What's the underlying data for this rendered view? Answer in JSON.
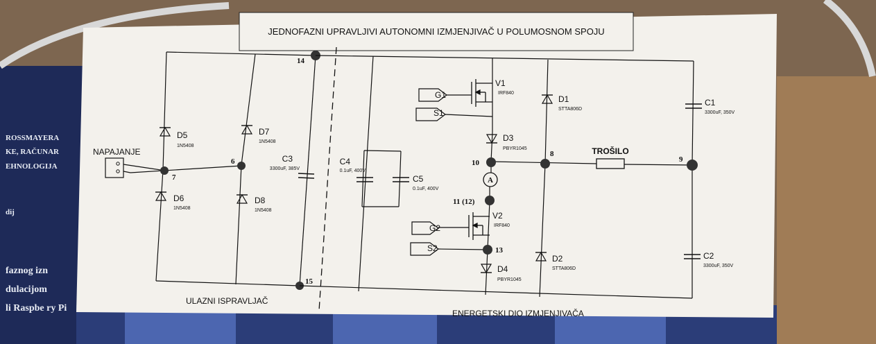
{
  "title": "JEDNOFAZNI UPRAVLJIVI AUTONOMNI IZMJENJIVAČ U POLUMOSNOM SPOJU",
  "sections": {
    "rectifier": "ULAZNI ISPRAVLJAČ",
    "power": "ENERGETSKI DIO IZMJENJIVAČA"
  },
  "supply_label": "NAPAJANJE",
  "load_label": "TROŠILO",
  "ammeter": "A",
  "nodes": {
    "n6": "6",
    "n7": "7",
    "n8": "8",
    "n9": "9",
    "n10": "10",
    "n11": "11 (12)",
    "n13": "13",
    "n14": "14",
    "n15": "15"
  },
  "components": {
    "D5": {
      "name": "D5",
      "value": "1N5408"
    },
    "D6": {
      "name": "D6",
      "value": "1N5408"
    },
    "D7": {
      "name": "D7",
      "value": "1N5408"
    },
    "D8": {
      "name": "D8",
      "value": "1N5408"
    },
    "C3": {
      "name": "C3",
      "value": "3300uF, 385V"
    },
    "C4": {
      "name": "C4",
      "value": "0.1uF, 400V"
    },
    "C5": {
      "name": "C5",
      "value": "0.1uF, 400V"
    },
    "V1": {
      "name": "V1",
      "value": "IRF840"
    },
    "V2": {
      "name": "V2",
      "value": "IRF840"
    },
    "D3": {
      "name": "D3",
      "value": "PBYR1045"
    },
    "D4": {
      "name": "D4",
      "value": "PBYR1045"
    },
    "D1": {
      "name": "D1",
      "value": "STTA806D"
    },
    "D2": {
      "name": "D2",
      "value": "STTA806D"
    },
    "C1": {
      "name": "C1",
      "value": "3300uF, 350V"
    },
    "C2": {
      "name": "C2",
      "value": "3300uF, 350V"
    }
  },
  "gate_signals": {
    "G1": "G1",
    "S1": "S1",
    "G2": "G2",
    "S2": "S2"
  },
  "background_text": [
    "ROSSMAYERA",
    "KE, RAČUNAR",
    "EHNOLOGIJA",
    "dij",
    "faznog izn",
    "dulacijom",
    "li Raspbe ry Pi"
  ],
  "colors": {
    "paper": "#f3f1ec",
    "ink": "#111111",
    "node": "#333333",
    "board": "#1e2a58",
    "wood": "#8a6a4a"
  }
}
